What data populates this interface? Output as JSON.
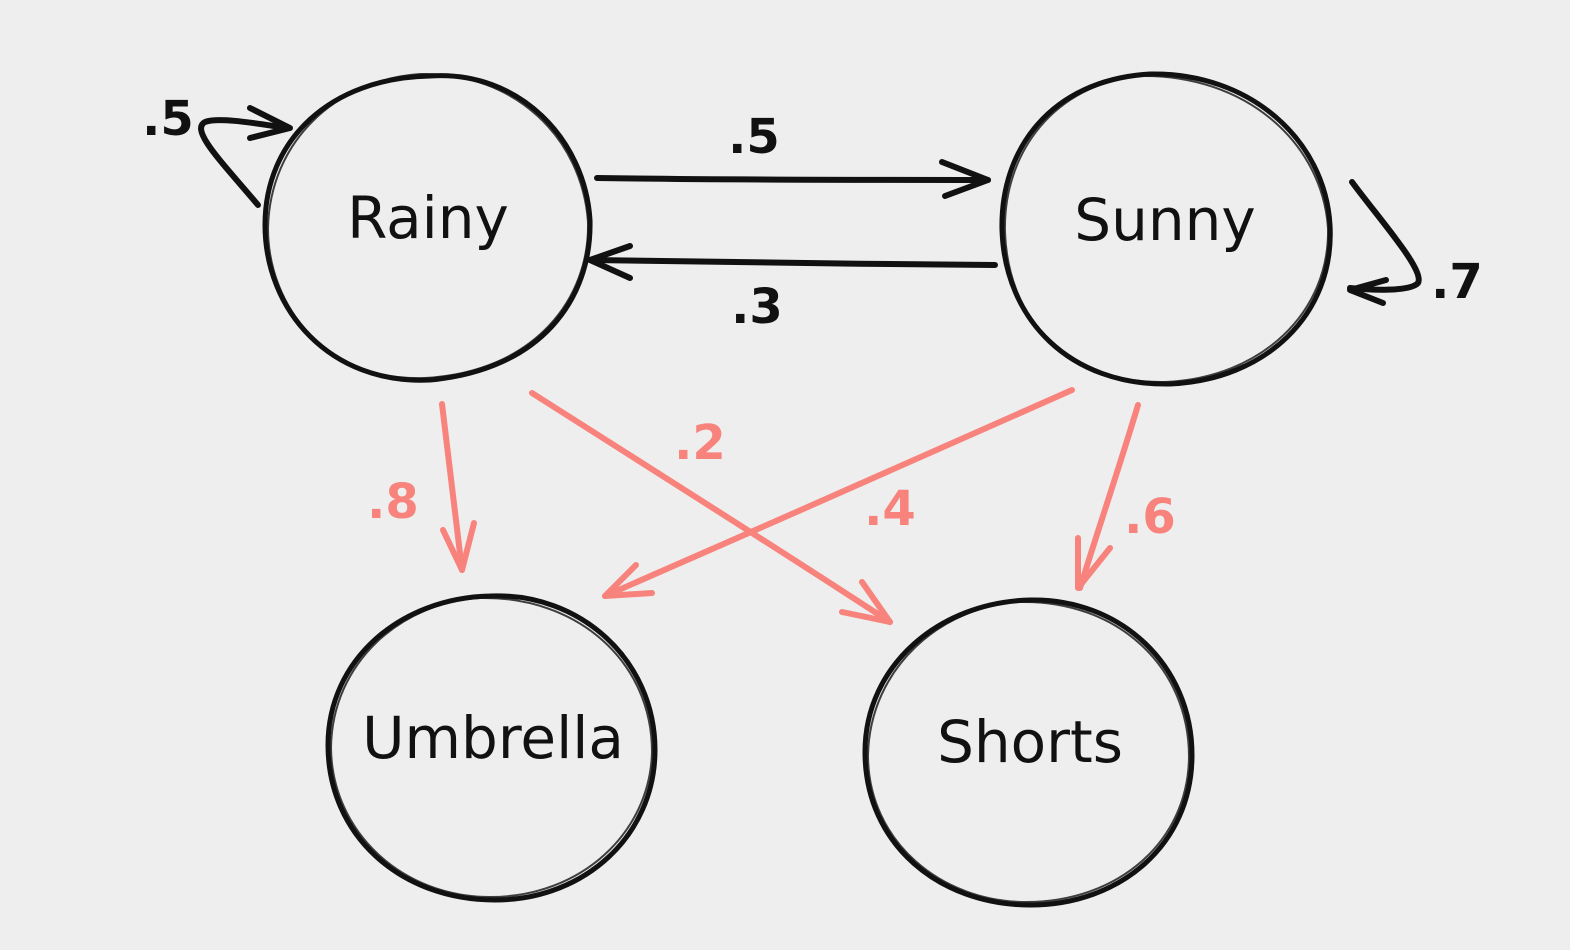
{
  "colors": {
    "background": "#eeeeee",
    "state_edge": "#111111",
    "emission_edge": "#f8837c"
  },
  "nodes": {
    "rainy": "Rainy",
    "sunny": "Sunny",
    "umbrella": "Umbrella",
    "shorts": "Shorts"
  },
  "edges": {
    "rainy_to_rainy": ".5",
    "rainy_to_sunny": ".5",
    "sunny_to_rainy": ".3",
    "sunny_to_sunny": ".7",
    "rainy_to_umbrella": ".8",
    "rainy_to_shorts": ".2",
    "sunny_to_umbrella": ".4",
    "sunny_to_shorts": ".6"
  }
}
